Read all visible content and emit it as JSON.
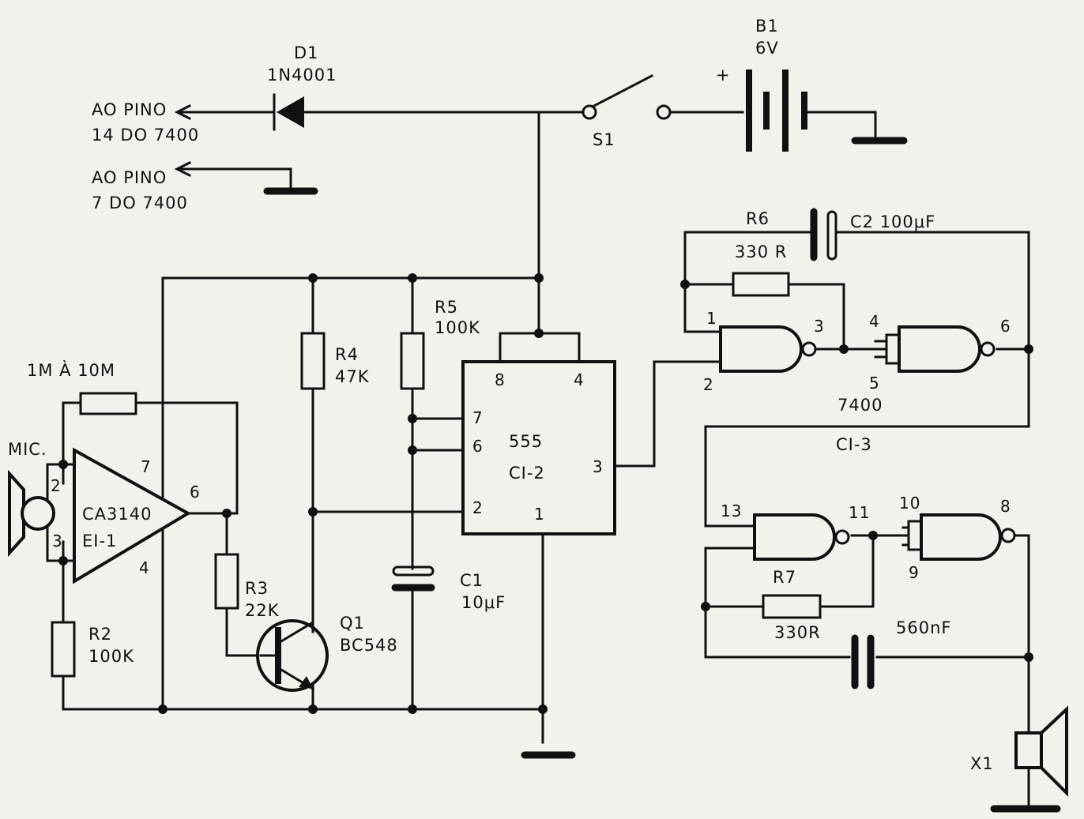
{
  "labels": {
    "d1_name": "D1",
    "d1_part": "1N4001",
    "b1_name": "B1",
    "b1_value": "6V",
    "b1_plus": "+",
    "s1": "S1",
    "ao_pino_1": "AO PINO",
    "ao_pino_1_b": "14 DO 7400",
    "ao_pino_2": "AO PINO",
    "ao_pino_2_b": "7 DO 7400",
    "r6_name": "R6",
    "r6_value": "330 R",
    "c2": "C2 100μF",
    "r5_name": "R5",
    "r5_value": "100K",
    "r4_name": "R4",
    "r4_value": "47K",
    "rfb": "1M À 10M",
    "mic": "MIC.",
    "opamp_name": "CA3140",
    "opamp_ref": "EI-1",
    "ic555_name": "555",
    "ic555_ref": "CI-2",
    "ic7400": "7400",
    "ci3": "CI-3",
    "r3_name": "R3",
    "r3_value": "22K",
    "r2_name": "R2",
    "r2_value": "100K",
    "q1_name": "Q1",
    "q1_part": "BC548",
    "c1_name": "C1",
    "c1_value": "10μF",
    "r7_name": "R7",
    "r7_value": "330R",
    "c3_value": "560nF",
    "x1": "X1"
  },
  "pins": {
    "op_2": "2",
    "op_3": "3",
    "op_7": "7",
    "op_6": "6",
    "op_4": "4",
    "t_8": "8",
    "t_4": "4",
    "t_7": "7",
    "t_6": "6",
    "t_2": "2",
    "t_3": "3",
    "t_1": "1",
    "g_1": "1",
    "g_2": "2",
    "g_3": "3",
    "g_4": "4",
    "g_5": "5",
    "g_6": "6",
    "g_13": "13",
    "g_11": "11",
    "g_10": "10",
    "g_9": "9",
    "g_8": "8"
  }
}
